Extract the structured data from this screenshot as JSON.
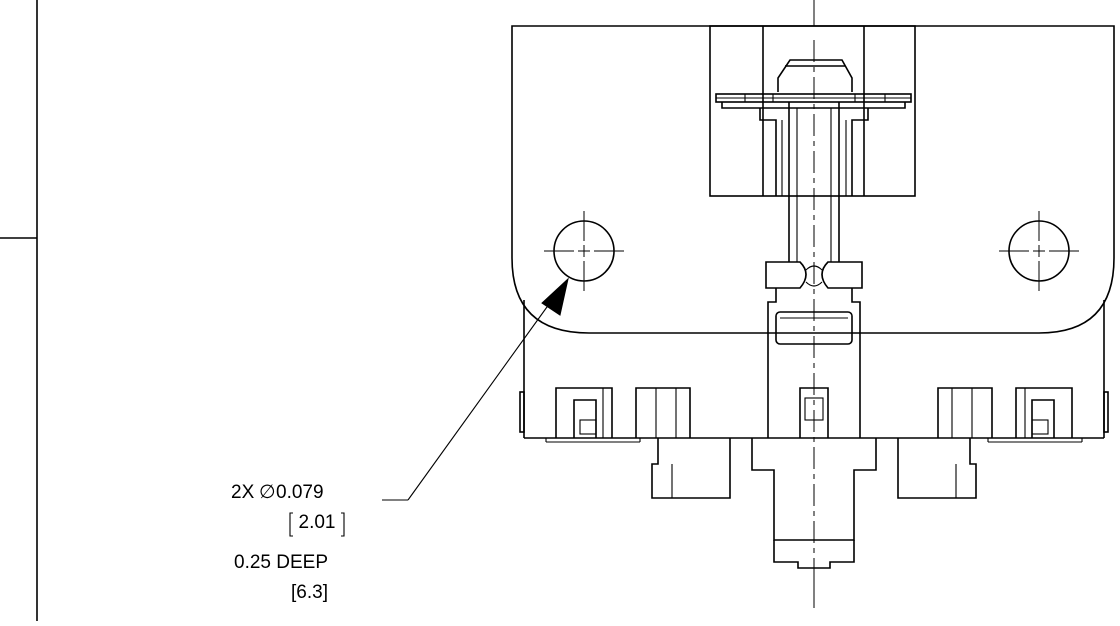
{
  "callout": {
    "line1_prefix": "2X",
    "diameter_symbol": "∅",
    "line1_value": "0.079",
    "line2": "2.01",
    "line3": "0.25 DEEP",
    "line4": "[6.3]"
  }
}
